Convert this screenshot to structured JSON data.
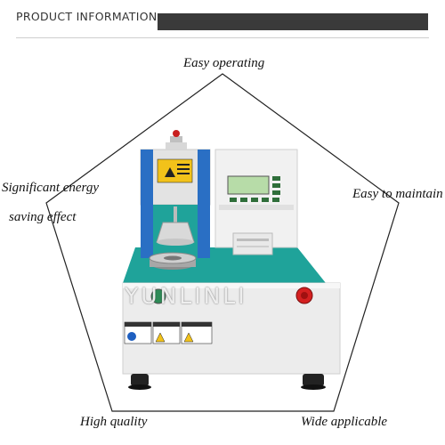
{
  "header": {
    "title": "PRODUCT INFORMATION"
  },
  "features": {
    "top": "Easy operating",
    "left_line1": "Significant energy",
    "left_line2": "saving effect",
    "right": "Easy to maintain",
    "bottom_left": "High quality",
    "bottom_right": "Wide applicable"
  },
  "watermark": "YUNLINLI",
  "colors": {
    "header_bar": "#3a3a3a",
    "machine_teal": "#1fa39a",
    "machine_blue": "#2a6fc4",
    "warning_yellow": "#f2c21a"
  }
}
